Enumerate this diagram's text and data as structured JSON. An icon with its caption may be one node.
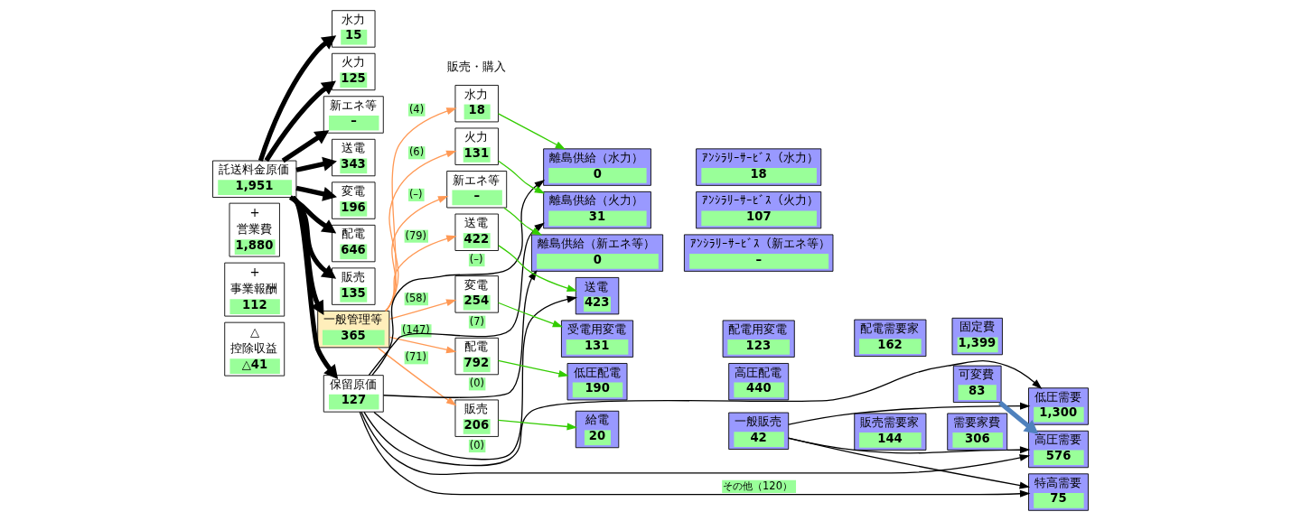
{
  "diagram": {
    "nodes": [
      {
        "text": [
          "託送料金原価",
          "1,951"
        ]
      },
      {
        "text": [
          "+",
          "営業費",
          "1,880"
        ]
      },
      {
        "text": [
          "+",
          "事業報酬",
          "112"
        ]
      },
      {
        "text": [
          "△",
          "控除収益",
          "△41"
        ]
      },
      {
        "text": [
          "水力",
          "15"
        ]
      },
      {
        "text": [
          "火力",
          "125"
        ]
      },
      {
        "text": [
          "新エネ等",
          "–"
        ]
      },
      {
        "text": [
          "送電",
          "343"
        ]
      },
      {
        "text": [
          "変電",
          "196"
        ]
      },
      {
        "text": [
          "配電",
          "646"
        ]
      },
      {
        "text": [
          "販売",
          "135"
        ]
      },
      {
        "text": [
          "一般管理等",
          "365"
        ]
      },
      {
        "text": [
          "保留原価",
          "127"
        ]
      },
      {
        "text": [
          "水力",
          "18"
        ]
      },
      {
        "text": [
          "火力",
          "131"
        ]
      },
      {
        "text": [
          "新エネ等",
          "–"
        ]
      },
      {
        "text": [
          "送電",
          "422"
        ]
      },
      {
        "text": [
          "変電",
          "254"
        ]
      },
      {
        "text": [
          "配電",
          "792"
        ]
      },
      {
        "text": [
          "販売",
          "206"
        ]
      },
      {
        "text": [
          "離島供給（水力）",
          "0"
        ]
      },
      {
        "text": [
          "ｱﾝｼﾗﾘｰｻｰﾋﾞｽ（水力）",
          "18"
        ]
      },
      {
        "text": [
          "離島供給（火力）",
          "31"
        ]
      },
      {
        "text": [
          "ｱﾝｼﾗﾘｰｻｰﾋﾞｽ（火力）",
          "107"
        ]
      },
      {
        "text": [
          "離島供給（新エネ等）",
          "0"
        ]
      },
      {
        "text": [
          "ｱﾝｼﾗﾘｰｻｰﾋﾞｽ（新エネ等）",
          "–"
        ]
      },
      {
        "text": [
          "送電",
          "423"
        ]
      },
      {
        "text": [
          "受電用変電",
          "131"
        ]
      },
      {
        "text": [
          "配電用変電",
          "123"
        ]
      },
      {
        "text": [
          "低圧配電",
          "190"
        ]
      },
      {
        "text": [
          "高圧配電",
          "440"
        ]
      },
      {
        "text": [
          "配電需要家",
          "162"
        ]
      },
      {
        "text": [
          "給電",
          "20"
        ]
      },
      {
        "text": [
          "一般販売",
          "42"
        ]
      },
      {
        "text": [
          "販売需要家",
          "144"
        ]
      },
      {
        "text": [
          "固定費",
          "1,399"
        ]
      },
      {
        "text": [
          "可変費",
          "83"
        ]
      },
      {
        "text": [
          "需要家費",
          "306"
        ]
      },
      {
        "text": [
          "低圧需要",
          "1,300"
        ]
      },
      {
        "text": [
          "高圧需要",
          "576"
        ]
      },
      {
        "text": [
          "特高需要",
          "75"
        ]
      }
    ],
    "edges": [
      {
        "from": 0,
        "to": 4,
        "arrow": "to",
        "style": "thick"
      },
      {
        "from": 0,
        "to": 5,
        "arrow": "to",
        "style": "thick"
      },
      {
        "from": 0,
        "to": 6,
        "arrow": "to",
        "style": "thick"
      },
      {
        "from": 0,
        "to": 7,
        "arrow": "to",
        "style": "thick"
      },
      {
        "from": 0,
        "to": 8,
        "arrow": "to",
        "style": "thick"
      },
      {
        "from": 0,
        "to": 9,
        "arrow": "to",
        "style": "thick"
      },
      {
        "from": 0,
        "to": 10,
        "arrow": "to",
        "style": "thick"
      },
      {
        "from": 0,
        "to": 11,
        "arrow": "to",
        "style": "thick"
      },
      {
        "from": 0,
        "to": 12,
        "arrow": "to",
        "style": "thick"
      },
      {
        "from": 11,
        "to": 13,
        "arrow": "to",
        "label": "(4)",
        "color": "#ff9955"
      },
      {
        "from": 11,
        "to": 14,
        "arrow": "to",
        "label": "(6)",
        "color": "#ff9955"
      },
      {
        "from": 11,
        "to": 15,
        "arrow": "to",
        "label": "(–)",
        "color": "#ff9955"
      },
      {
        "from": 11,
        "to": 16,
        "arrow": "to",
        "label": "(79)",
        "color": "#ff9955"
      },
      {
        "from": 11,
        "to": 17,
        "arrow": "to",
        "label": "(58)",
        "color": "#ff9955"
      },
      {
        "from": 11,
        "to": 18,
        "arrow": "to",
        "label": "(147)",
        "color": "#ff9955"
      },
      {
        "from": 11,
        "to": 19,
        "arrow": "to",
        "label": "(71)",
        "color": "#ff9955"
      },
      {
        "from": 13,
        "to": 20,
        "arrow": "to",
        "color": "#33cc00"
      },
      {
        "from": 14,
        "to": 22,
        "arrow": "to",
        "color": "#33cc00"
      },
      {
        "from": 15,
        "to": 24,
        "arrow": "to",
        "color": "#33cc00"
      },
      {
        "from": 16,
        "to": 26,
        "arrow": "to",
        "color": "#33cc00"
      },
      {
        "from": 17,
        "to": 27,
        "arrow": "to",
        "color": "#33cc00"
      },
      {
        "from": 18,
        "to": 29,
        "arrow": "to",
        "color": "#33cc00"
      },
      {
        "from": 19,
        "to": 32,
        "arrow": "to",
        "color": "#33cc00"
      },
      {
        "from": 12,
        "to": 20,
        "arrow": "to",
        "label": "(–)"
      },
      {
        "from": 12,
        "to": 22,
        "arrow": "to",
        "label": "(7)"
      },
      {
        "from": 12,
        "to": 24,
        "arrow": "to",
        "label": "(0)"
      },
      {
        "from": 12,
        "to": 26,
        "arrow": "to",
        "label": "(0)"
      },
      {
        "from": 12,
        "to": 38,
        "arrow": "to"
      },
      {
        "from": 12,
        "to": 39,
        "arrow": "to"
      },
      {
        "from": 12,
        "to": 40,
        "arrow": "to",
        "label": "その他（120）"
      },
      {
        "from": 33,
        "to": 38,
        "arrow": "to"
      },
      {
        "from": 33,
        "to": 39,
        "arrow": "to"
      },
      {
        "from": 33,
        "to": 40,
        "arrow": "to"
      },
      {
        "from": 36,
        "to": 39,
        "arrow": "to",
        "style": "thick",
        "color": "#4f81bd"
      }
    ],
    "labels": [
      "販売・購入"
    ]
  }
}
